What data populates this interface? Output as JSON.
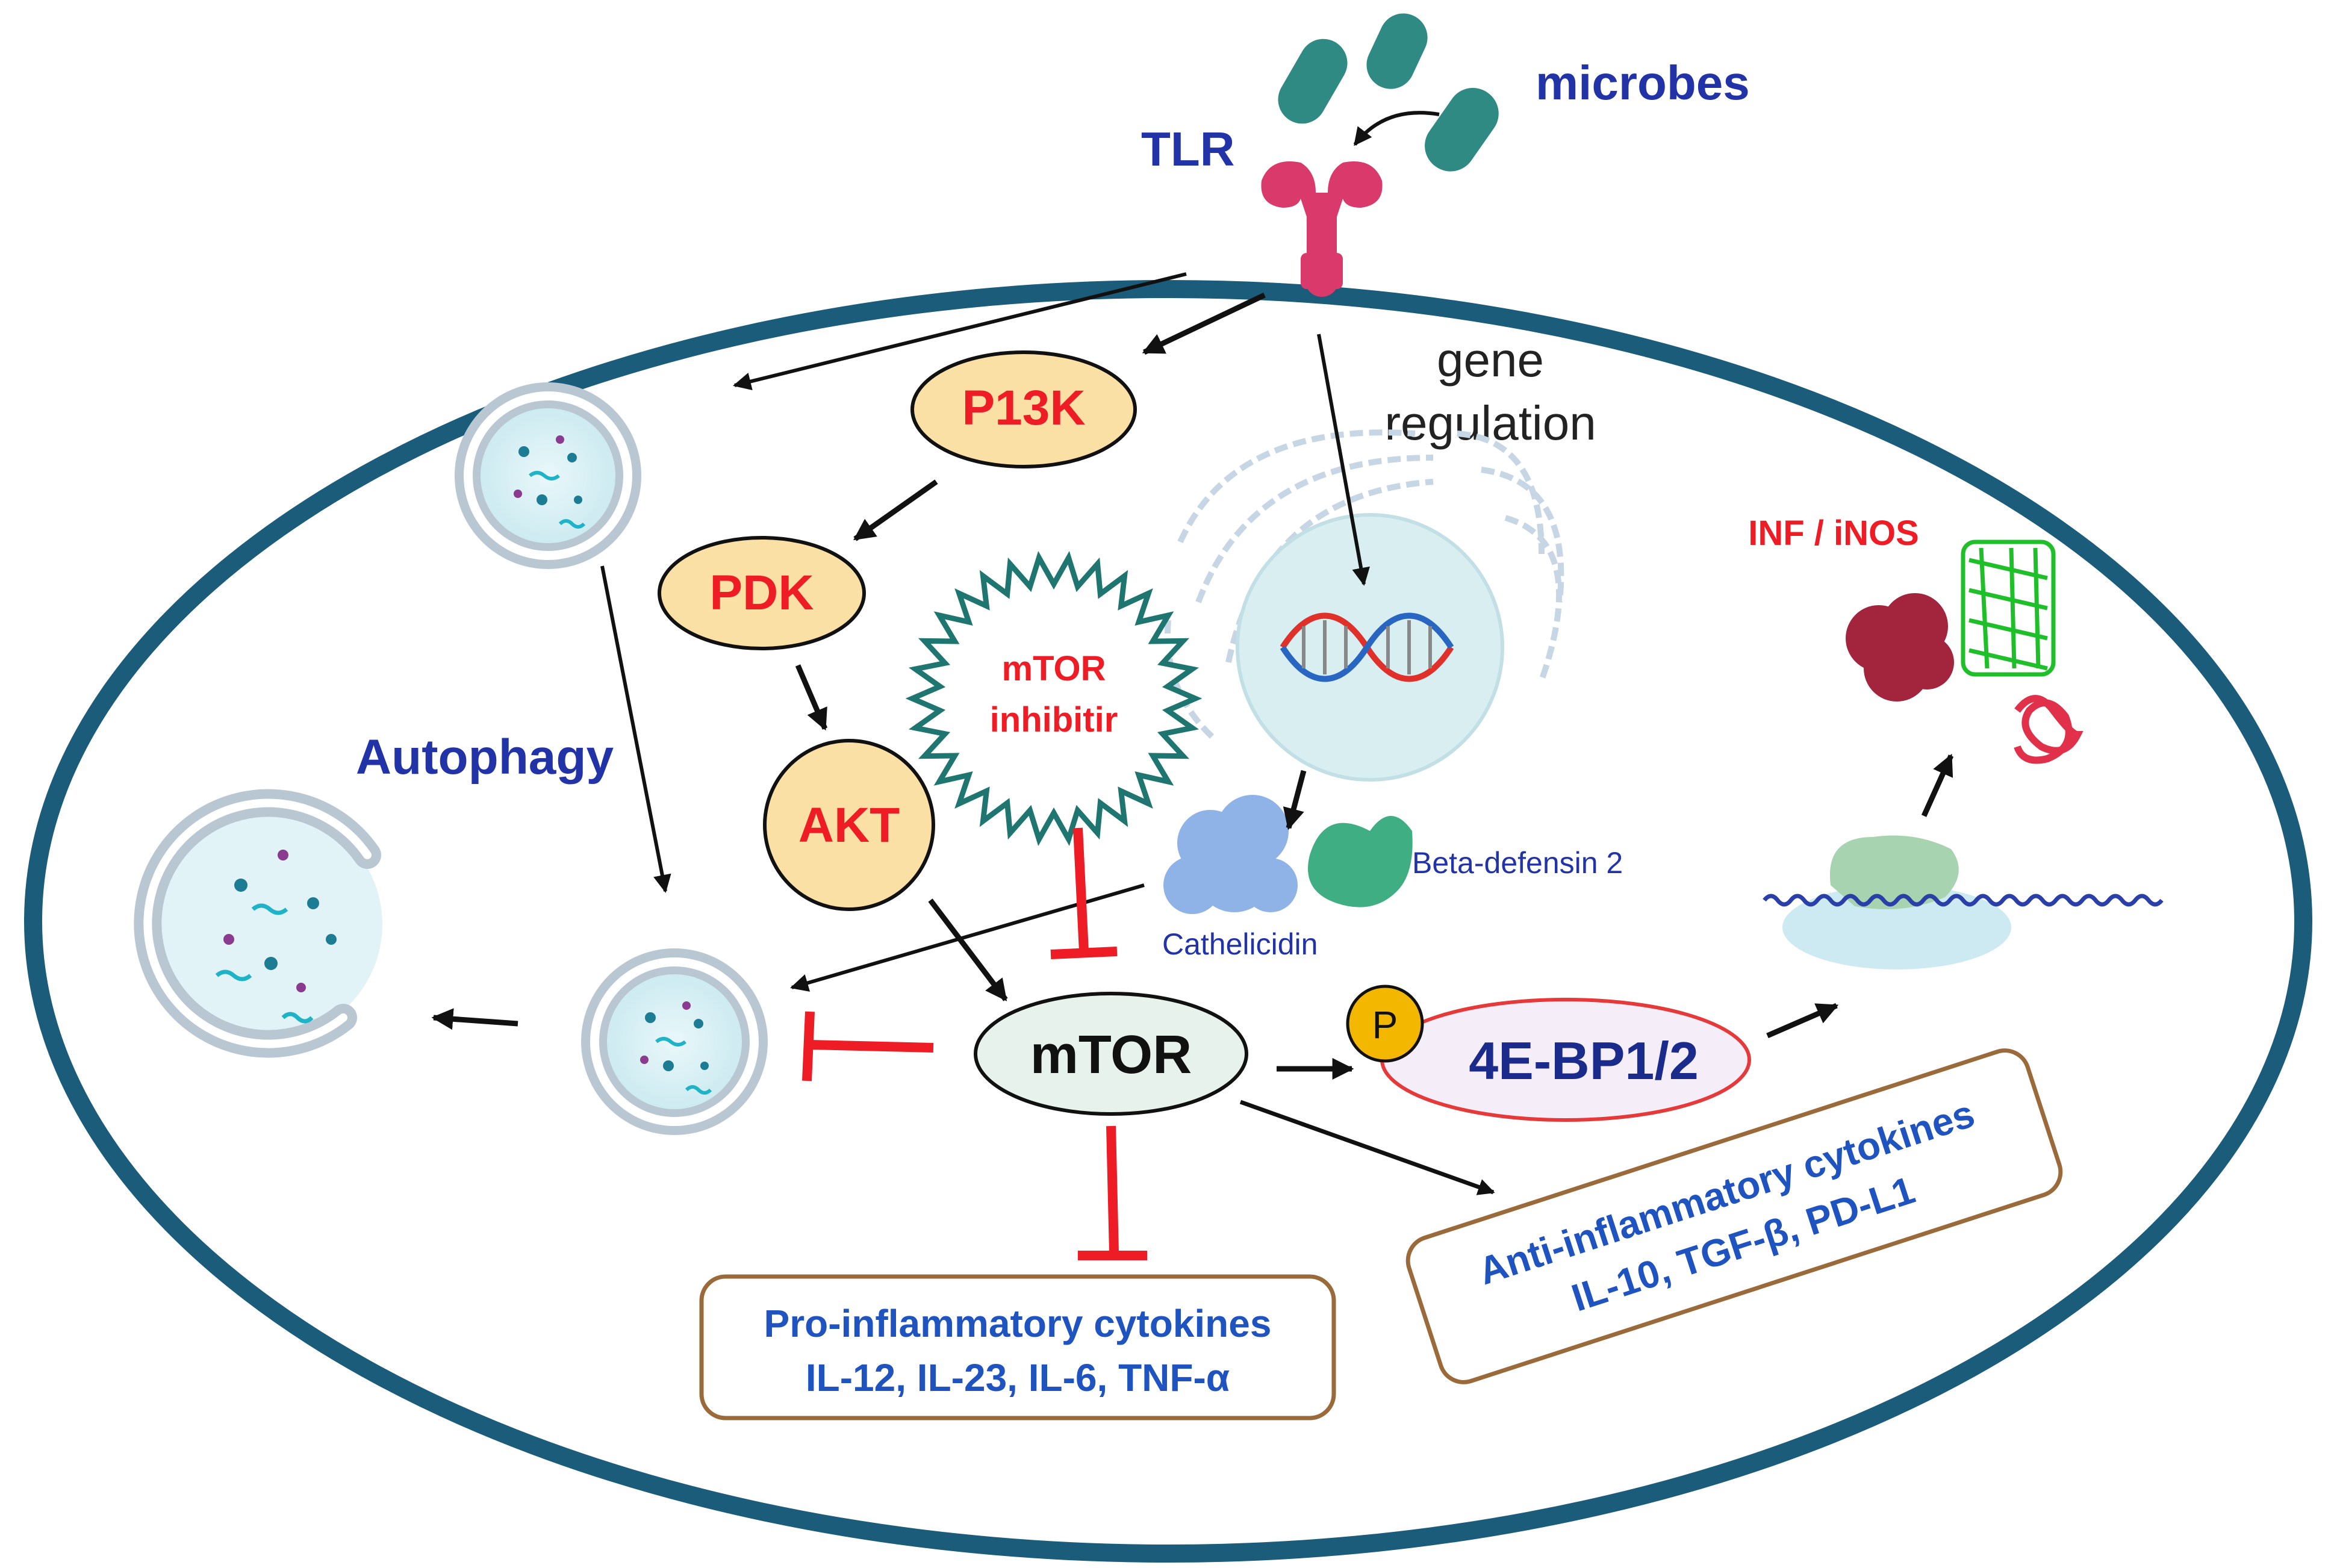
{
  "labels": {
    "microbes": "microbes",
    "tlr": "TLR",
    "gene_regulation_1": "gene",
    "gene_regulation_2": "regulation",
    "pi3k": "P13K",
    "pdk": "PDK",
    "akt": "AKT",
    "mtor_inhibitor_1": "mTOR",
    "mtor_inhibitor_2": "inhibitir",
    "mtor": "mTOR",
    "autophagy": "Autophagy",
    "beta_defensin": "Beta-defensin 2",
    "cathelicidin": "Cathelicidin",
    "phospho": "P",
    "four_ebp": "4E-BP1/2",
    "inf_inos": "INF / iNOS",
    "pro_inflammatory_title": "Pro-inflammatory cytokines",
    "pro_inflammatory_list": "IL-12, IL-23, IL-6, TNF-α",
    "anti_inflammatory_title": "Anti-inflammatory cytokines",
    "anti_inflammatory_list": "IL-10, TGF-β, PD-L1"
  },
  "colors": {
    "membrane": "#1b5c7a",
    "node_fill": "#fbe0a6",
    "node_text": "#ee1c24",
    "label_blue": "#2233a8",
    "cytokine_text": "#1f53c0",
    "box_border": "#9a6a3a",
    "inhibit": "#ee1c24",
    "microbe": "#2f8a84"
  }
}
